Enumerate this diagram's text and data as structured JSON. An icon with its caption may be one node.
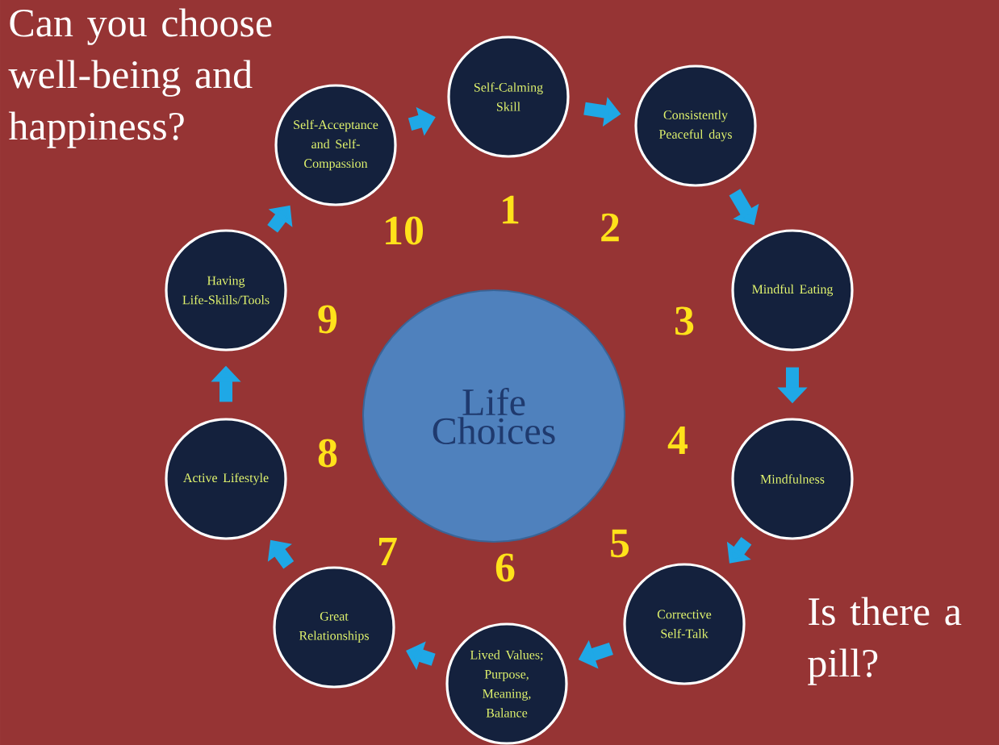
{
  "diagram": {
    "nodes": [
      {
        "text": [
          "Life Choices"
        ]
      },
      {
        "text": [
          "Self-Calming Skill"
        ]
      },
      {
        "text": [
          "Consistently Peaceful days"
        ]
      },
      {
        "text": [
          "Mindful Eating"
        ]
      },
      {
        "text": [
          "Mindfulness"
        ]
      },
      {
        "text": [
          "Corrective Self-Talk"
        ]
      },
      {
        "text": [
          "Lived Values; Purpose, Meaning, Balance"
        ]
      },
      {
        "text": [
          "Great Relationships"
        ]
      },
      {
        "text": [
          "Active Lifestyle"
        ]
      },
      {
        "text": [
          "Having Life-Skills/Tools"
        ]
      },
      {
        "text": [
          "Self-Acceptance and Self-Compassion"
        ]
      }
    ],
    "edges": [
      {
        "from": 1,
        "to": 2,
        "arrow": "to"
      },
      {
        "from": 2,
        "to": 3,
        "arrow": "to"
      },
      {
        "from": 3,
        "to": 4,
        "arrow": "to"
      },
      {
        "from": 4,
        "to": 5,
        "arrow": "to"
      },
      {
        "from": 5,
        "to": 6,
        "arrow": "to"
      },
      {
        "from": 6,
        "to": 7,
        "arrow": "to"
      },
      {
        "from": 7,
        "to": 8,
        "arrow": "to"
      },
      {
        "from": 8,
        "to": 9,
        "arrow": "to"
      },
      {
        "from": 9,
        "to": 10,
        "arrow": "to"
      },
      {
        "from": 10,
        "to": 1,
        "arrow": "to"
      }
    ],
    "labels": [
      "Can you choose well-being and happiness?",
      "1",
      "2",
      "3",
      "4",
      "5",
      "6",
      "7",
      "8",
      "9",
      "10",
      "Is there a pill?"
    ]
  }
}
